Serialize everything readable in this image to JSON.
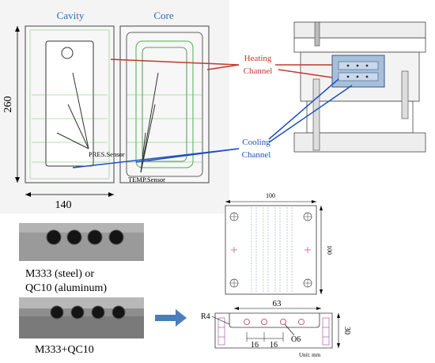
{
  "top_left": {
    "cavity_label": "Cavity",
    "core_label": "Core",
    "dim_height": "260",
    "dim_width": "140",
    "pres_sensor": "PRES.Sensor",
    "temp_sensor": "TEMP.Sensor"
  },
  "callouts": {
    "heating_line1": "Heating",
    "heating_line2": "Channel",
    "cooling_line1": "Cooling",
    "cooling_line2": "Channel"
  },
  "samples": {
    "caption1_line1": "M333 (steel) or",
    "caption1_line2": "QC10 (aluminum)",
    "caption2": "M333+QC10"
  },
  "drawing": {
    "top_width": "100",
    "side_height": "100",
    "section_length": "63",
    "radius": "R4",
    "thickness": "30",
    "pitch_a": "16",
    "pitch_b": "16",
    "hole_dia": "O6",
    "unit": "Unit: mm"
  },
  "colors": {
    "title_blue": "#2b6cb0",
    "heating_red": "#c0392b",
    "cooling_blue": "#1f4fbf",
    "arrow_blue": "#4a7ebb"
  }
}
